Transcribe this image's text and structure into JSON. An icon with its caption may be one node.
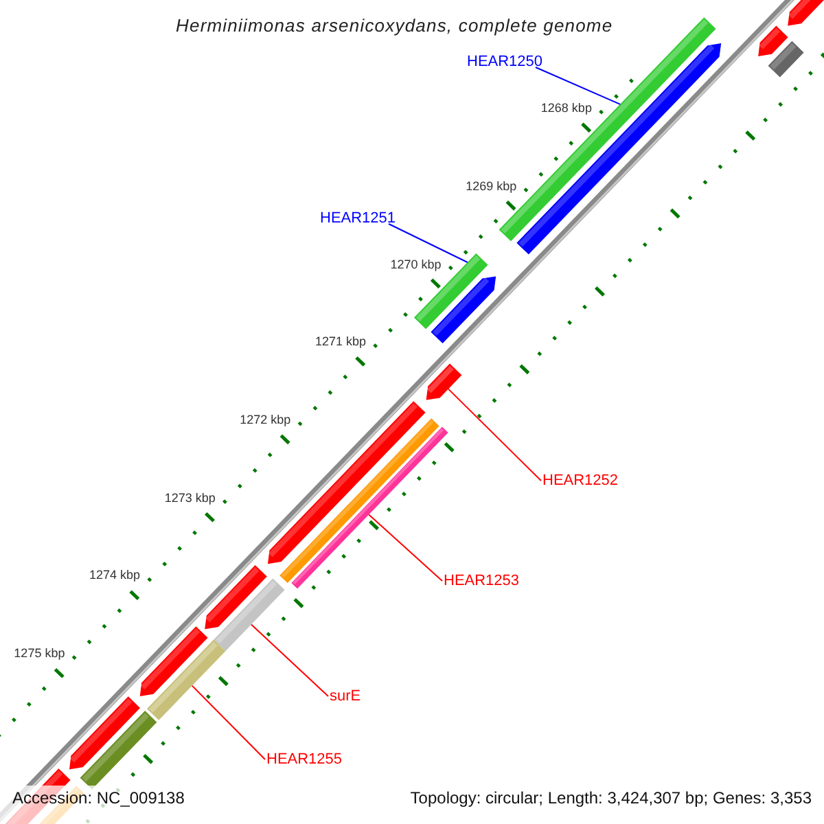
{
  "diagram": {
    "title": "Herminiimonas arsenicoxydans, complete genome",
    "nodes": [
      {
        "text": [
          "HEAR1250"
        ]
      },
      {
        "text": [],
        "shape": "bar"
      },
      {
        "text": [
          "HEAR1251"
        ]
      },
      {
        "text": [],
        "shape": "bar"
      },
      {
        "text": [
          "HEAR1252"
        ]
      },
      {
        "text": [],
        "shape": "bar"
      },
      {
        "text": [
          "HEAR1253"
        ]
      },
      {
        "text": [],
        "shape": "bar"
      },
      {
        "text": [
          "surE"
        ]
      },
      {
        "text": [],
        "shape": "bar"
      },
      {
        "text": [
          "HEAR1255"
        ]
      },
      {
        "text": [],
        "shape": "bar"
      }
    ],
    "edges": [
      {
        "from": 0,
        "to": 1,
        "arrow": "none",
        "color": "#0000ff"
      },
      {
        "from": 2,
        "to": 3,
        "arrow": "none",
        "color": "#0000ff"
      },
      {
        "from": 4,
        "to": 5,
        "arrow": "none"
      },
      {
        "from": 6,
        "to": 7,
        "arrow": "none"
      },
      {
        "from": 8,
        "to": 9,
        "arrow": "none"
      },
      {
        "from": 10,
        "to": 11,
        "arrow": "none"
      }
    ],
    "labels": [
      "1268 kbp",
      "1269 kbp",
      "1270 kbp",
      "1271 kbp",
      "1272 kbp",
      "1273 kbp",
      "1274 kbp",
      "1275 kbp",
      "Accession: NC_009138",
      "Topology: circular; Length: 3,424,307 bp; Genes: 3,353"
    ]
  }
}
